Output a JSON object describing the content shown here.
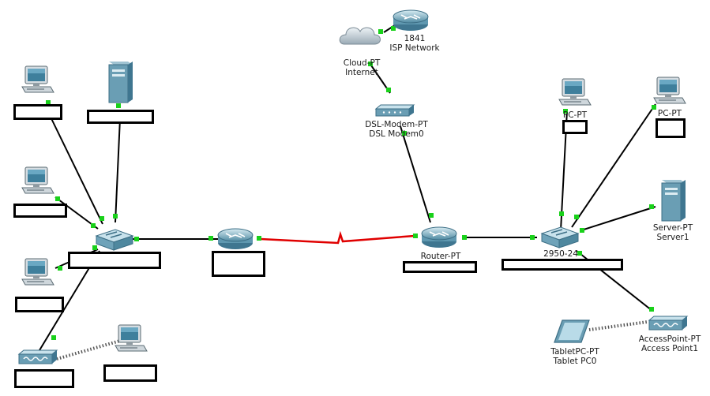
{
  "topology": {
    "isp_router": {
      "model": "1841",
      "name": "ISP Network"
    },
    "cloud": {
      "model": "Cloud-PT",
      "name": "Internet"
    },
    "dsl_modem": {
      "model": "DSL-Modem-PT",
      "name": "DSL Modem0"
    },
    "router_right": {
      "model": "Router-PT"
    },
    "switch_right": {
      "model": "2950-24"
    },
    "pc_right_1": {
      "model": "PC-PT"
    },
    "pc_right_2": {
      "model": "PC-PT"
    },
    "server_right": {
      "model": "Server-PT",
      "name": "Server1"
    },
    "access_point": {
      "model": "AccessPoint-PT",
      "name": "Access Point1"
    },
    "tablet": {
      "model": "TabletPC-PT",
      "name": "Tablet PC0"
    }
  },
  "link_colors": {
    "ethernet": "#000000",
    "serial": "#e00000",
    "port_status_up": "#19d11a",
    "wireless": "#555555"
  },
  "icon_colors": {
    "device_body": "#7fb0c4",
    "device_dark": "#3d6f86",
    "device_light": "#bfe0ec"
  },
  "icons": [
    "pc-icon",
    "server-icon",
    "switch-icon",
    "router-icon",
    "cloud-icon",
    "dsl-modem-icon",
    "access-point-icon",
    "tablet-icon"
  ]
}
